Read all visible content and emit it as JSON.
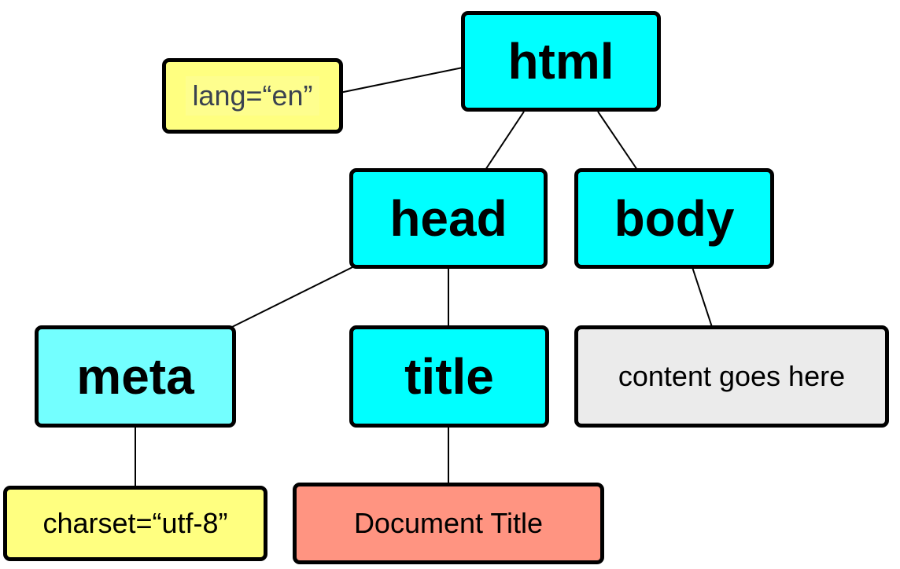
{
  "diagram": {
    "type": "dom-tree",
    "colors": {
      "element": "#00ffff",
      "element_light": "#73ffff",
      "attribute": "#ffff80",
      "text": "#ff9481",
      "content": "#ebebeb",
      "border": "#000000"
    },
    "nodes": {
      "html": {
        "label": "html"
      },
      "lang": {
        "label": "lang=“en”"
      },
      "head": {
        "label": "head"
      },
      "body": {
        "label": "body"
      },
      "meta": {
        "label": "meta"
      },
      "title": {
        "label": "title"
      },
      "content": {
        "label": "content goes here"
      },
      "charset": {
        "label": "charset=“utf-8”"
      },
      "doc_title": {
        "label": "Document Title"
      }
    },
    "edges": [
      [
        "html",
        "lang"
      ],
      [
        "html",
        "head"
      ],
      [
        "html",
        "body"
      ],
      [
        "head",
        "meta"
      ],
      [
        "head",
        "title"
      ],
      [
        "body",
        "content"
      ],
      [
        "meta",
        "charset"
      ],
      [
        "title",
        "doc_title"
      ]
    ]
  }
}
